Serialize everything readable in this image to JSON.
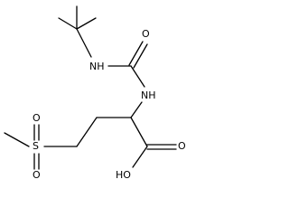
{
  "molecule": {
    "atoms": {
      "nh_top": "NH",
      "o_carbonyl_top": "O",
      "nh_mid": "NH",
      "sulfur": "S",
      "o_s_top": "O",
      "o_s_bottom": "O",
      "o_acid": "O",
      "hydroxyl": "HO"
    }
  }
}
